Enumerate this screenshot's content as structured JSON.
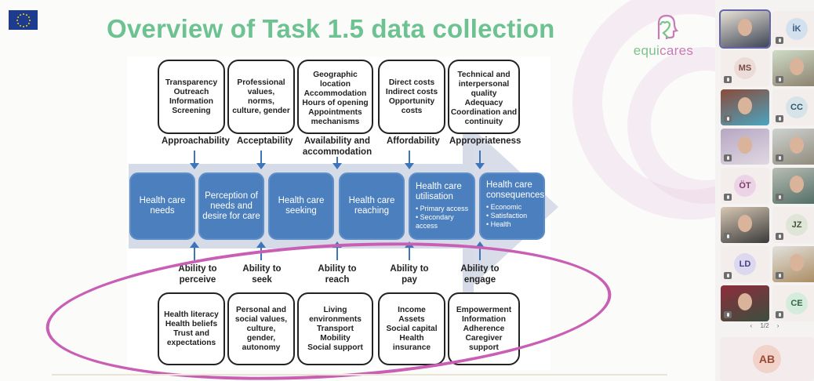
{
  "slide": {
    "title": "Overview of Task 1.5 data collection",
    "logo_text_part1": "equi",
    "logo_text_part2": "cares",
    "top_dimensions": [
      {
        "label": "Approachability",
        "items": [
          "Transparency",
          "Outreach",
          "Information",
          "Screening"
        ]
      },
      {
        "label": "Acceptability",
        "items": [
          "Professional",
          "values,",
          "norms,",
          "culture, gender"
        ]
      },
      {
        "label": "Availability and accommodation",
        "items": [
          "Geographic",
          "location",
          "Accommodation",
          "Hours of opening",
          "Appointments",
          "mechanisms"
        ]
      },
      {
        "label": "Affordability",
        "items": [
          "Direct costs",
          "Indirect costs",
          "Opportunity",
          "costs"
        ]
      },
      {
        "label": "Appropriateness",
        "items": [
          "Technical and",
          "interpersonal",
          "quality",
          "Adequacy",
          "Coordination and",
          "continuity"
        ]
      }
    ],
    "stages": [
      {
        "title": "Health care needs",
        "bullets": []
      },
      {
        "title": "Perception of needs and desire for care",
        "bullets": []
      },
      {
        "title": "Health care seeking",
        "bullets": []
      },
      {
        "title": "Health care reaching",
        "bullets": []
      },
      {
        "title": "Health care utilisation",
        "bullets": [
          "Primary access",
          "Secondary access"
        ]
      },
      {
        "title": "Health care consequences",
        "bullets": [
          "Economic",
          "Satisfaction",
          "Health"
        ]
      }
    ],
    "abilities": [
      {
        "label": "Ability to perceive",
        "items": [
          "Health literacy",
          "Health beliefs",
          "Trust and",
          "expectations"
        ]
      },
      {
        "label": "Ability to seek",
        "items": [
          "Personal and",
          "social values,",
          "culture,",
          "gender,",
          "autonomy"
        ]
      },
      {
        "label": "Ability to reach",
        "items": [
          "Living",
          "environments",
          "Transport",
          "Mobility",
          "Social support"
        ]
      },
      {
        "label": "Ability to pay",
        "items": [
          "Income",
          "Assets",
          "Social capital",
          "Health",
          "insurance"
        ]
      },
      {
        "label": "Ability to engage",
        "items": [
          "Empowerment",
          "Information",
          "Adherence",
          "Caregiver",
          "support"
        ]
      }
    ],
    "highlight_color": "#c95fb5",
    "title_color": "#6cc290",
    "stage_color": "#4b7fbd"
  },
  "participants": {
    "tiles": [
      {
        "type": "video",
        "initials": "",
        "active": true
      },
      {
        "type": "initials",
        "initials": "İK",
        "muted": true
      },
      {
        "type": "initials",
        "initials": "MS",
        "muted": true
      },
      {
        "type": "video",
        "initials": "",
        "muted": true
      },
      {
        "type": "video",
        "initials": "",
        "muted": true
      },
      {
        "type": "initials",
        "initials": "CC",
        "muted": true
      },
      {
        "type": "video",
        "initials": "",
        "muted": true
      },
      {
        "type": "video",
        "initials": "",
        "muted": true
      },
      {
        "type": "initials",
        "initials": "ÖT",
        "muted": true
      },
      {
        "type": "video",
        "initials": "",
        "muted": true
      },
      {
        "type": "video",
        "initials": "",
        "muted": true
      },
      {
        "type": "initials",
        "initials": "JZ",
        "muted": true
      },
      {
        "type": "initials",
        "initials": "LD",
        "muted": true
      },
      {
        "type": "video",
        "initials": "",
        "muted": true
      },
      {
        "type": "video",
        "initials": "",
        "muted": true
      },
      {
        "type": "initials",
        "initials": "CE",
        "muted": true
      }
    ],
    "pager": {
      "prev": "‹",
      "label": "1/2",
      "next": "›"
    },
    "featured": {
      "initials": "AB"
    }
  }
}
